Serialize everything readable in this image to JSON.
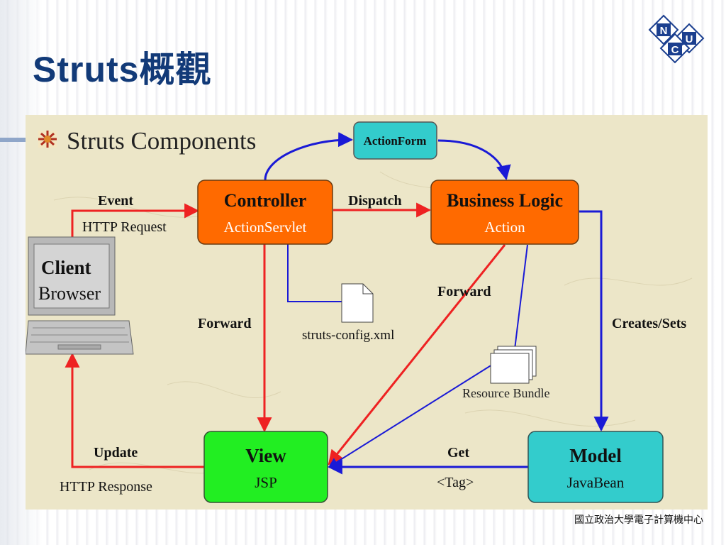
{
  "slide": {
    "title": "Struts概觀",
    "footer": "國立政治大學電子計算機中心",
    "logo_letters": [
      "N",
      "C",
      "U"
    ]
  },
  "diagram": {
    "heading": "Struts Components",
    "nodes": {
      "client": {
        "line1": "Client",
        "line2": "Browser"
      },
      "controller": {
        "line1": "Controller",
        "line2": "ActionServlet"
      },
      "business": {
        "line1": "Business Logic",
        "line2": "Action"
      },
      "view": {
        "line1": "View",
        "line2": "JSP"
      },
      "model": {
        "line1": "Model",
        "line2": "JavaBean"
      },
      "actionform": {
        "label": "ActionForm"
      },
      "config": {
        "label": "struts-config.xml"
      },
      "bundle": {
        "label": "Resource Bundle"
      }
    },
    "edges": {
      "event": "Event",
      "http_request": "HTTP Request",
      "dispatch": "Dispatch",
      "forward_left": "Forward",
      "forward_right": "Forward",
      "creates_sets": "Creates/Sets",
      "update": "Update",
      "http_response": "HTTP Response",
      "get": "Get",
      "tag": "<Tag>"
    },
    "colors": {
      "background": "#ece6c8",
      "orange_box": "#ff6a00",
      "green_box": "#22ee22",
      "teal_box": "#33cccc",
      "red_arrow": "#ee2222",
      "blue_arrow": "#1a1ad6",
      "title_blue": "#123a78"
    }
  }
}
